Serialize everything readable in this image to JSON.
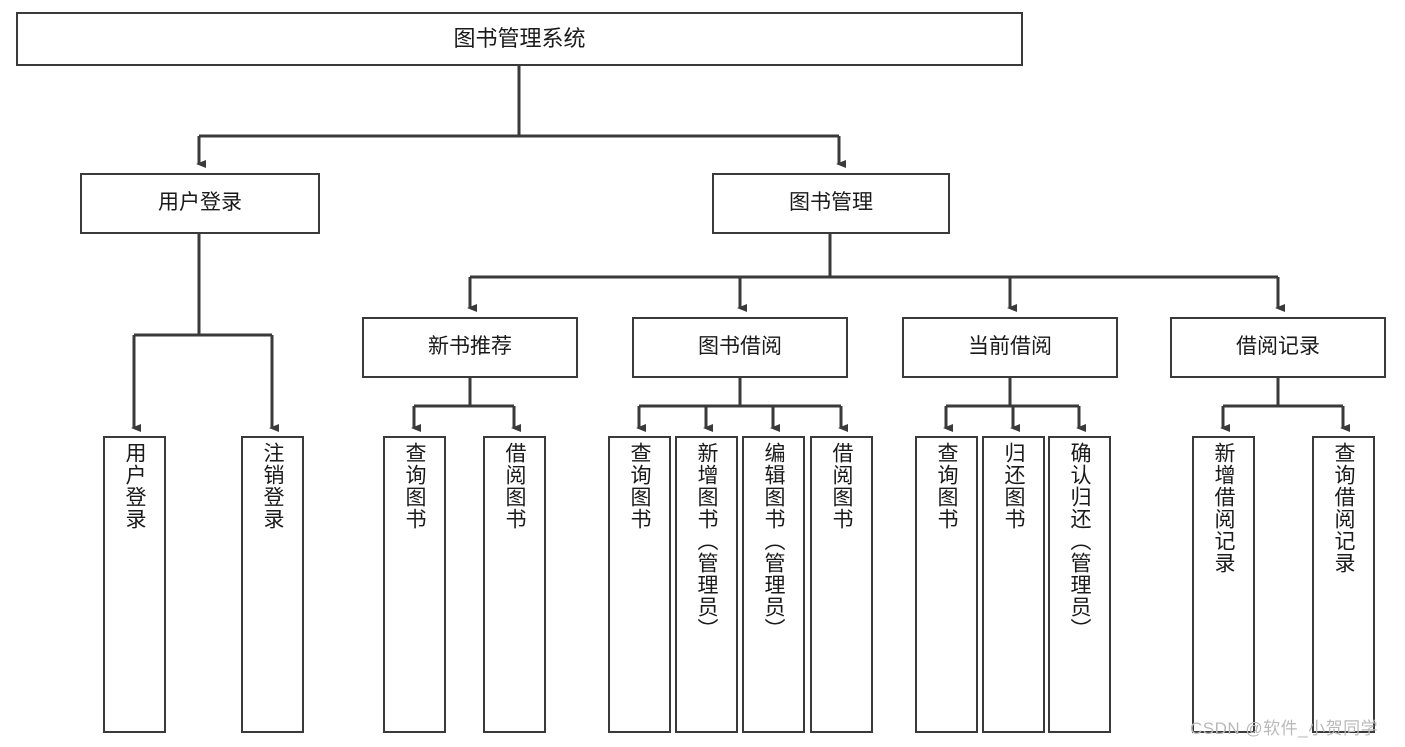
{
  "diagram": {
    "title": "图书管理系统",
    "type": "tree-hierarchy",
    "root": {
      "label": "图书管理系统"
    },
    "level1": [
      {
        "label": "用户登录"
      },
      {
        "label": "图书管理"
      }
    ],
    "level2": [
      {
        "label": "新书推荐"
      },
      {
        "label": "图书借阅"
      },
      {
        "label": "当前借阅"
      },
      {
        "label": "借阅记录"
      }
    ],
    "leaves": {
      "user_login": [
        {
          "label": "用户登录"
        },
        {
          "label": "注销登录"
        }
      ],
      "new_book_recommend": [
        {
          "label": "查询图书"
        },
        {
          "label": "借阅图书"
        }
      ],
      "book_borrow": [
        {
          "label": "查询图书"
        },
        {
          "label": "新增图书（管理员）"
        },
        {
          "label": "编辑图书（管理员）"
        },
        {
          "label": "借阅图书"
        }
      ],
      "current_borrow": [
        {
          "label": "查询图书"
        },
        {
          "label": "归还图书"
        },
        {
          "label": "确认归还（管理员）"
        }
      ],
      "borrow_record": [
        {
          "label": "新增借阅记录"
        },
        {
          "label": "查询借阅记录"
        }
      ]
    }
  },
  "watermark": {
    "text": "CSDN @软件_小贺同学"
  },
  "colors": {
    "stroke": "#3a3a3a",
    "text": "#1a1a1a",
    "background": "#ffffff",
    "watermark": "#b9b9b9"
  }
}
